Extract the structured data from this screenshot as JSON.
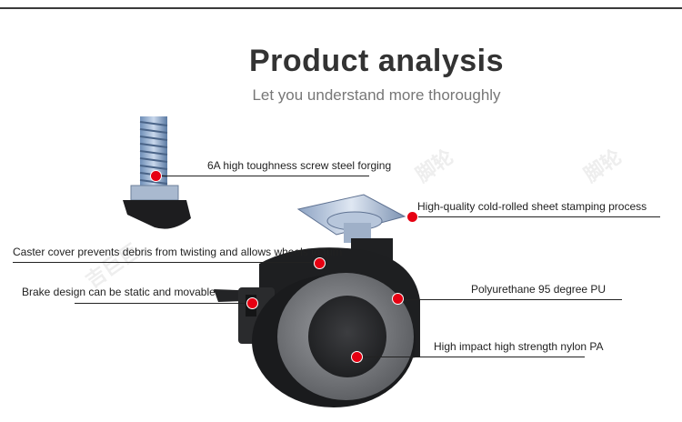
{
  "header": {
    "title": "Product analysis",
    "subtitle": "Let you understand more thoroughly"
  },
  "callouts": [
    "6A high toughness screw steel forging",
    "High-quality cold-rolled sheet stamping process",
    "Caster cover prevents debris from twisting and allows wheels to turn",
    "Brake design can be static and movable",
    "Polyurethane 95 degree PU",
    "High impact high strength nylon PA"
  ],
  "colors": {
    "accent_dot": "#e60012",
    "text": "#222222",
    "title": "#333333"
  }
}
